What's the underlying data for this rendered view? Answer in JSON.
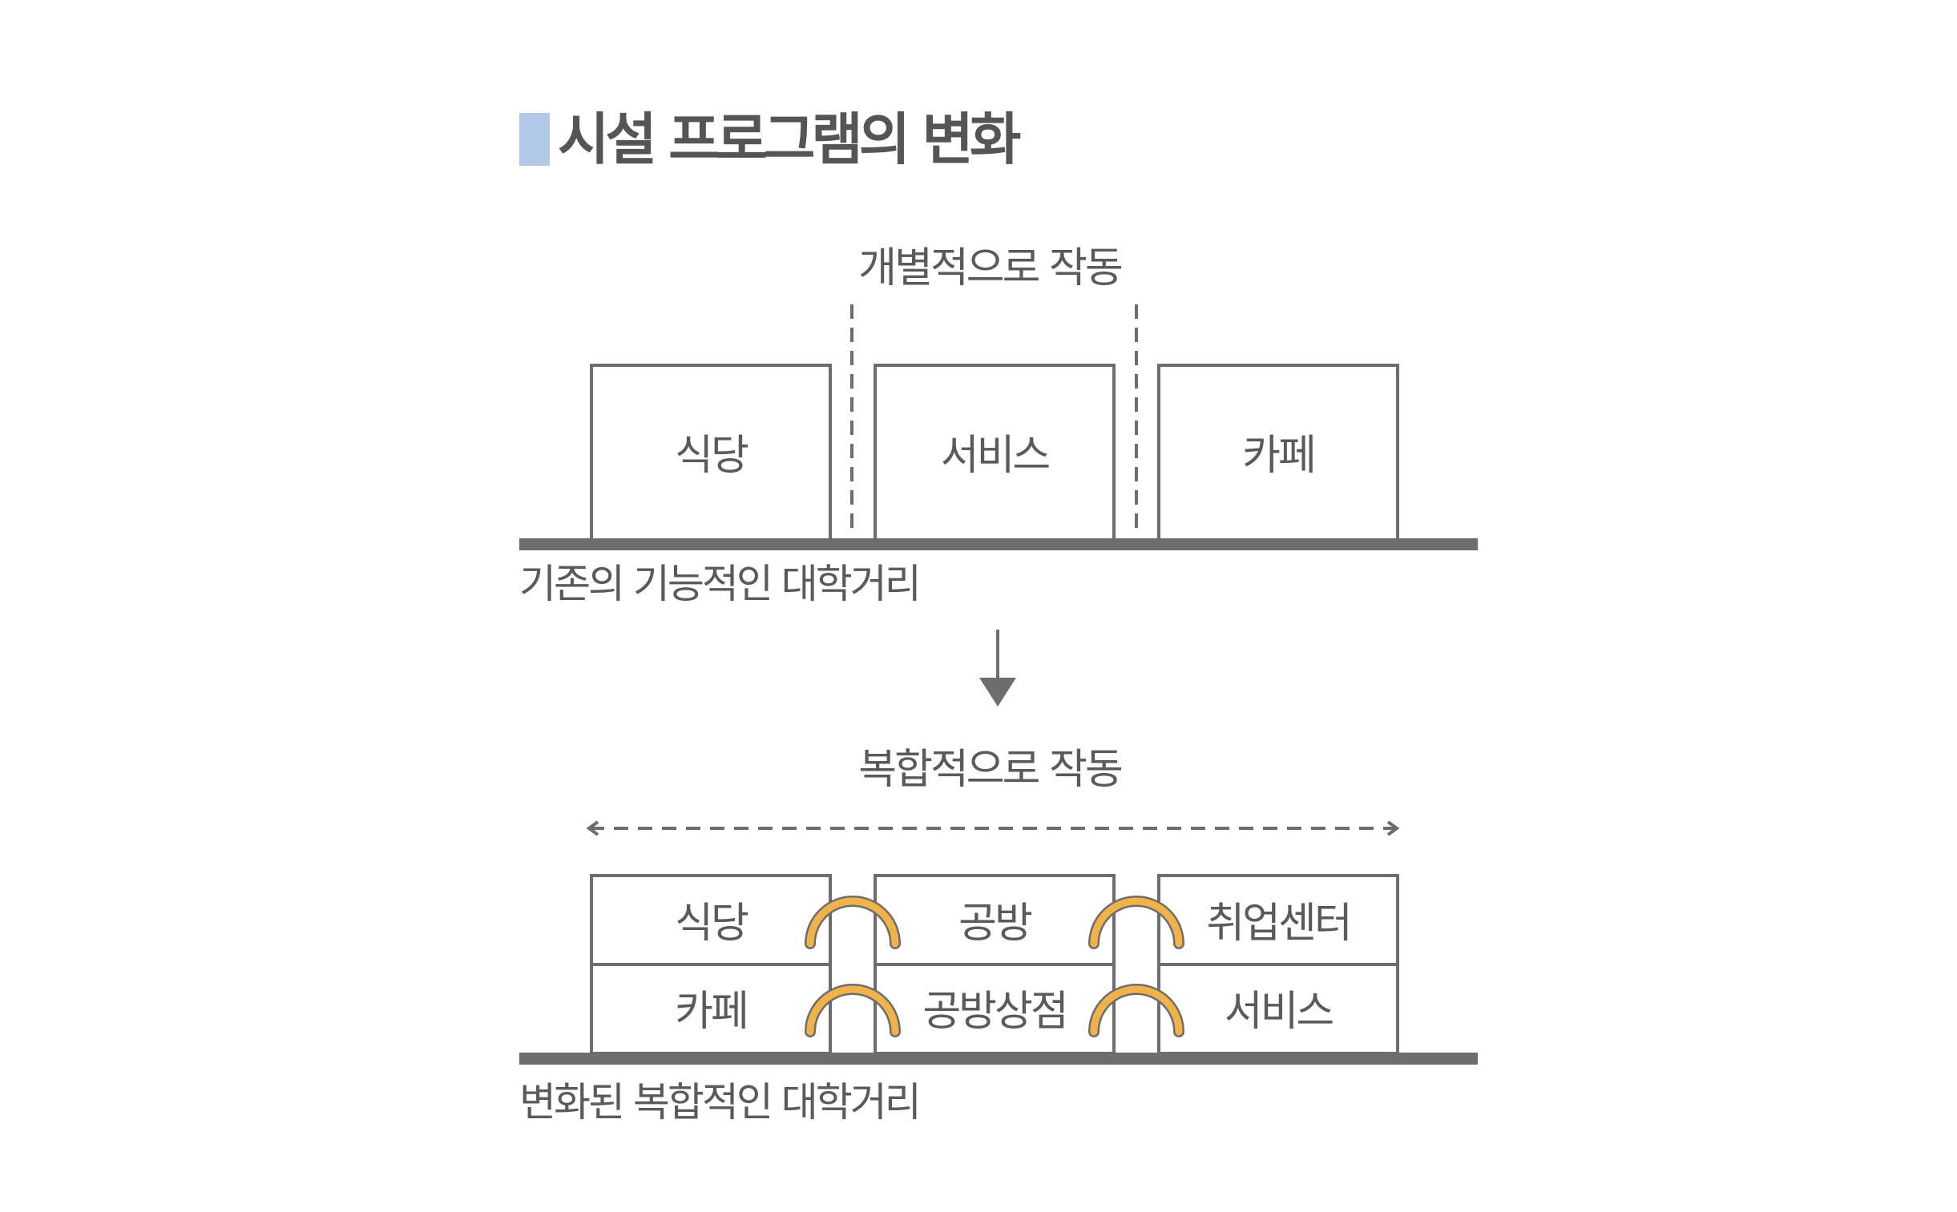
{
  "title": "시설 프로그램의 변화",
  "before": {
    "caption": "개별적으로 작동",
    "boxes": [
      "식당",
      "서비스",
      "카페"
    ],
    "street_label": "기존의 기능적인 대학거리"
  },
  "after": {
    "caption": "복합적으로 작동",
    "top_row": [
      "식당",
      "공방",
      "취업센터"
    ],
    "bottom_row": [
      "카페",
      "공방상점",
      "서비스"
    ],
    "street_label": "변화된 복합적인 대학거리"
  },
  "colors": {
    "title_accent": "#b4c8e8",
    "title_text": "#555555",
    "outline": "#6d6d6d",
    "street": "#6d6d6d",
    "label_text": "#5a5a5a",
    "connector": "#f2b24a",
    "connector_edge": "#6d6d6d"
  }
}
